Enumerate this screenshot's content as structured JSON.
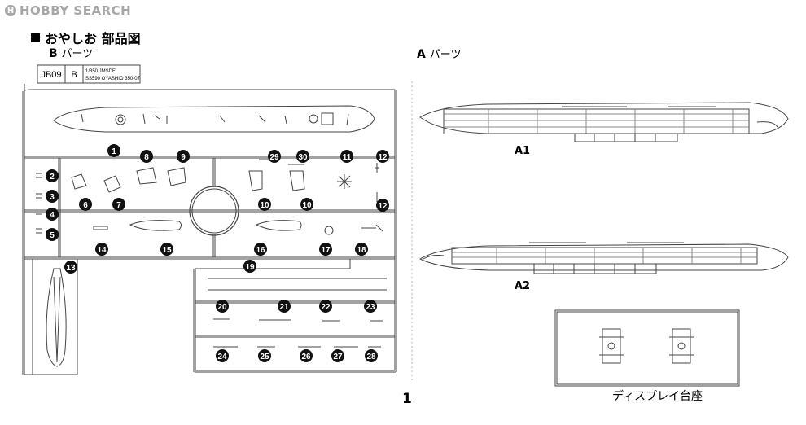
{
  "watermark": {
    "logo_glyph": "H",
    "text": "HOBBY SEARCH"
  },
  "title": "おやしお 部品図",
  "parts_b": {
    "label_letter": "B",
    "label_suffix": "パーツ",
    "tag_code": "JB09",
    "tag_letter": "B",
    "tag_note1": "1/350 JMSDF",
    "tag_note2": "SS590 OYASHIO 350-07",
    "numbers": [
      "1",
      "2",
      "3",
      "4",
      "5",
      "6",
      "7",
      "8",
      "9",
      "10",
      "10",
      "11",
      "12",
      "12",
      "13",
      "14",
      "15",
      "16",
      "17",
      "18",
      "19",
      "20",
      "21",
      "22",
      "23",
      "24",
      "25",
      "26",
      "27",
      "28",
      "29",
      "30"
    ]
  },
  "parts_a": {
    "label_letter": "A",
    "label_suffix": "パーツ",
    "a1": "A1",
    "a2": "A2"
  },
  "display_stand": "ディスプレイ台座",
  "page_number": "1"
}
